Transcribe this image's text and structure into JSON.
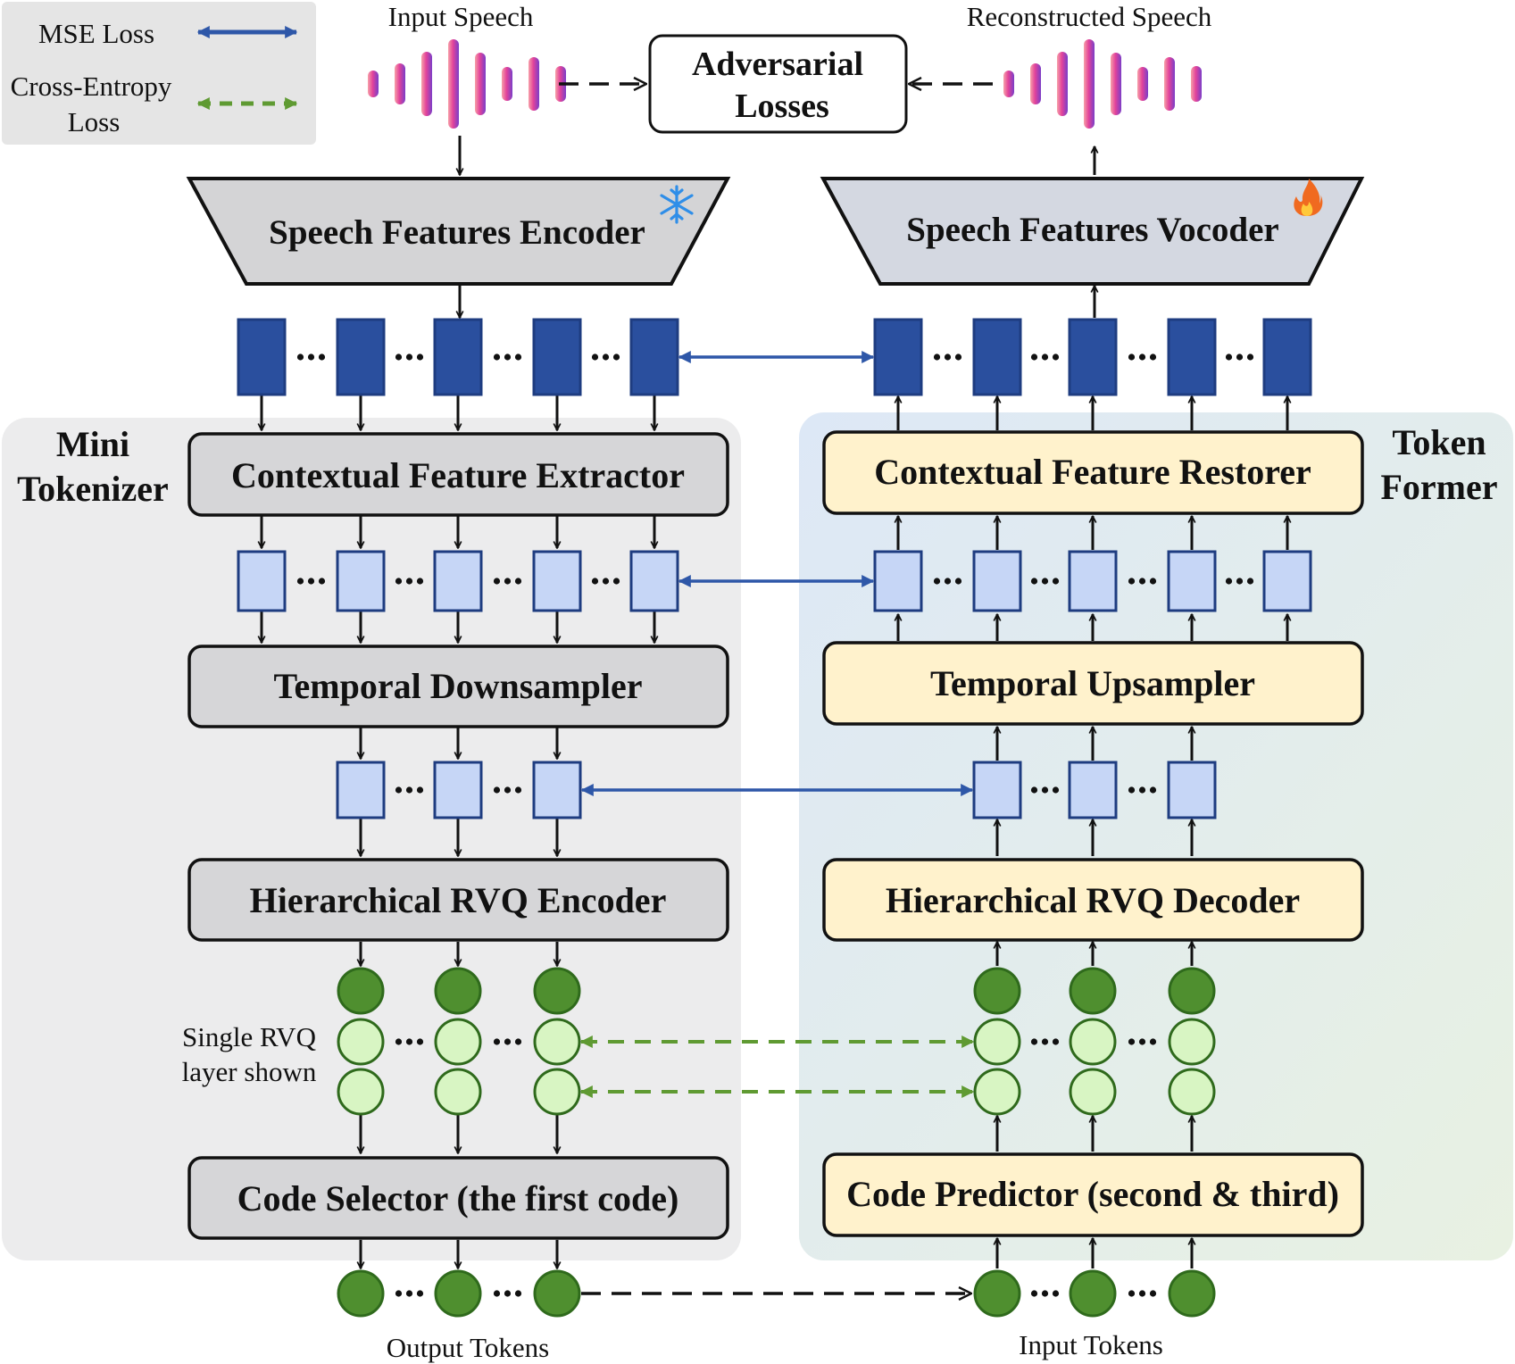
{
  "legend": {
    "mse_label": "MSE Loss",
    "ce_label_line1": "Cross-Entropy",
    "ce_label_line2": "Loss"
  },
  "top": {
    "input_speech": "Input Speech",
    "reconstructed_speech": "Reconstructed Speech",
    "adversarial_line1": "Adversarial",
    "adversarial_line2": "Losses"
  },
  "blocks": {
    "encoder": "Speech Features Encoder",
    "vocoder": "Speech Features Vocoder",
    "extractor": "Contextual Feature Extractor",
    "restorer": "Contextual Feature Restorer",
    "downsampler": "Temporal Downsampler",
    "upsampler": "Temporal Upsampler",
    "rvq_encoder": "Hierarchical RVQ Encoder",
    "rvq_decoder": "Hierarchical RVQ Decoder",
    "code_selector": "Code Selector (the first code)",
    "code_predictor": "Code Predictor (second & third)"
  },
  "panels": {
    "mini_line1": "Mini",
    "mini_line2": "Tokenizer",
    "token_line1": "Token",
    "token_line2": "Former"
  },
  "labels": {
    "single_rvq_line1": "Single RVQ",
    "single_rvq_line2": "layer shown",
    "output_tokens": "Output Tokens",
    "input_tokens": "Input Tokens"
  },
  "colors": {
    "dark_feature": "#2a4f9e",
    "light_feature": "#c6d6f6",
    "feature_border": "#1e3c80",
    "token_dark": "#4f8f2f",
    "token_light": "#d8f5c3",
    "token_border": "#2f6a1c",
    "mse_arrow": "#2e57a8",
    "ce_arrow": "#5f9a32",
    "gray_block": "#d6d6d8",
    "yellow_block": "#fff2cc",
    "panel_left": "#ececed",
    "panel_right": "#e6eef6"
  },
  "icons": {
    "frozen": "snowflake-icon",
    "trainable": "fire-icon"
  }
}
